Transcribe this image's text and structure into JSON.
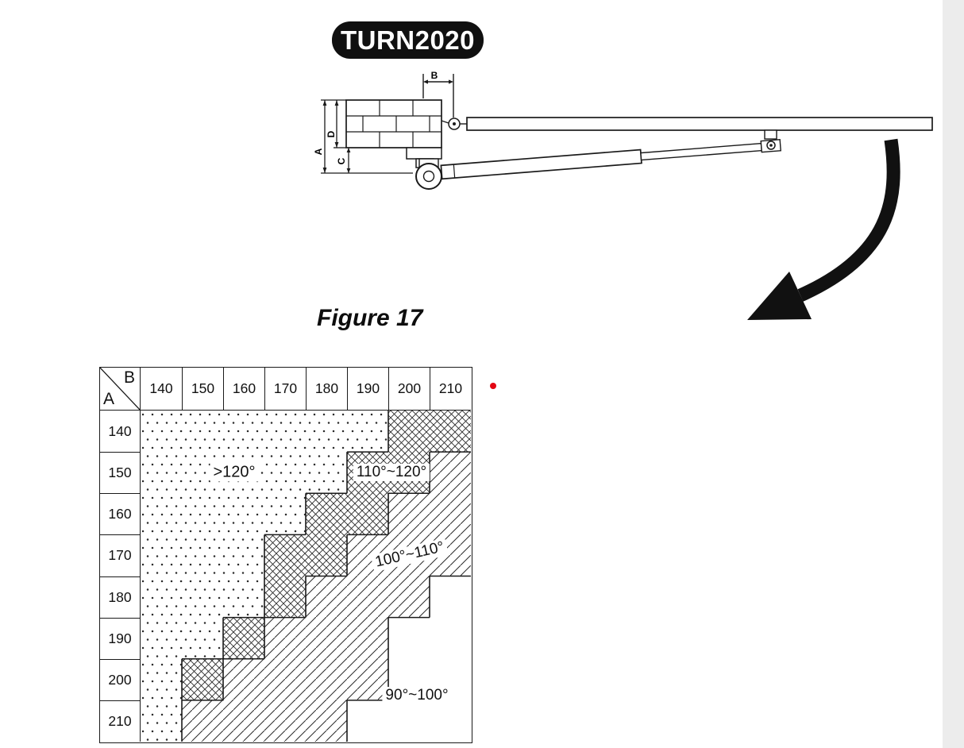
{
  "badge": {
    "label": "TURN2020"
  },
  "figure": {
    "caption": "Figure 17"
  },
  "drawing": {
    "dim_a": "A",
    "dim_b": "B",
    "dim_c": "C",
    "dim_d": "D"
  },
  "colors": {
    "badge_bg": "#101010",
    "red_dot": "#e30613",
    "line": "#1a1a1a"
  },
  "chart_data": {
    "type": "heatmap",
    "col_axis_label": "B",
    "row_axis_label": "A",
    "col_headers": [
      "140",
      "150",
      "160",
      "170",
      "180",
      "190",
      "200",
      "210"
    ],
    "row_headers": [
      "140",
      "150",
      "160",
      "170",
      "180",
      "190",
      "200",
      "210"
    ],
    "regions": {
      "D": {
        "pattern": "dotted",
        "label": ">120°"
      },
      "X": {
        "pattern": "crosshatch",
        "label": "110°~120°"
      },
      "H": {
        "pattern": "diagonal-hatch",
        "label": "100°~110°"
      },
      "W": {
        "pattern": "blank",
        "label": "90°~100°"
      }
    },
    "grid": [
      "DDDDDDXX",
      "DDDDDXXH",
      "DDDDXXHH",
      "DDDXXHHH",
      "DDDXHHHW",
      "DDXHHHWW",
      "DXHHHHWW",
      "DHHHHWWW"
    ]
  }
}
